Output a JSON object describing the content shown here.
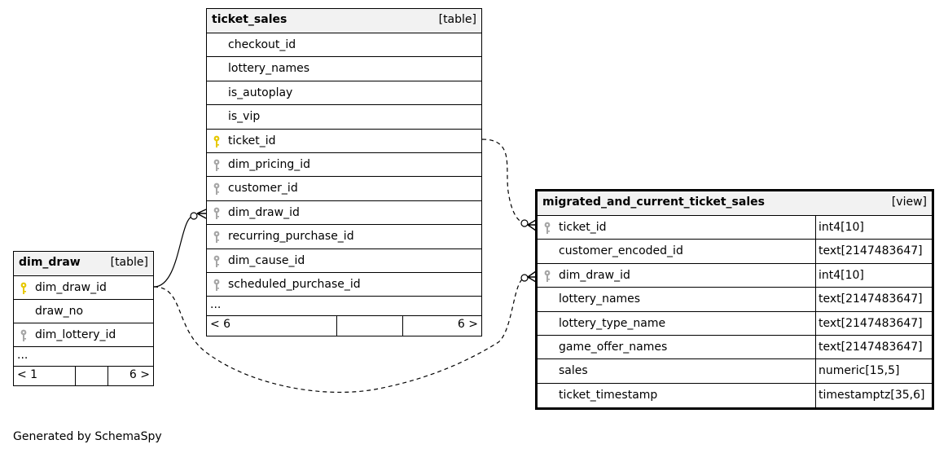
{
  "tables": {
    "ticket_sales": {
      "name": "ticket_sales",
      "kind": "[table]",
      "columns": [
        {
          "name": "checkout_id",
          "key": "none"
        },
        {
          "name": "lottery_names",
          "key": "none"
        },
        {
          "name": "is_autoplay",
          "key": "none"
        },
        {
          "name": "is_vip",
          "key": "none"
        },
        {
          "name": "ticket_id",
          "key": "primary"
        },
        {
          "name": "dim_pricing_id",
          "key": "foreign"
        },
        {
          "name": "customer_id",
          "key": "foreign"
        },
        {
          "name": "dim_draw_id",
          "key": "foreign"
        },
        {
          "name": "recurring_purchase_id",
          "key": "foreign"
        },
        {
          "name": "dim_cause_id",
          "key": "foreign"
        },
        {
          "name": "scheduled_purchase_id",
          "key": "foreign"
        }
      ],
      "more": "...",
      "parents": "< 6",
      "children": "6 >"
    },
    "dim_draw": {
      "name": "dim_draw",
      "kind": "[table]",
      "columns": [
        {
          "name": "dim_draw_id",
          "key": "primary"
        },
        {
          "name": "draw_no",
          "key": "none"
        },
        {
          "name": "dim_lottery_id",
          "key": "foreign"
        }
      ],
      "more": "...",
      "parents": "< 1",
      "children": "6 >"
    },
    "migrated_and_current_ticket_sales": {
      "name": "migrated_and_current_ticket_sales",
      "kind": "[view]",
      "columns": [
        {
          "name": "ticket_id",
          "type": "int4[10]",
          "key": "foreign"
        },
        {
          "name": "customer_encoded_id",
          "type": "text[2147483647]",
          "key": "none"
        },
        {
          "name": "dim_draw_id",
          "type": "int4[10]",
          "key": "foreign"
        },
        {
          "name": "lottery_names",
          "type": "text[2147483647]",
          "key": "none"
        },
        {
          "name": "lottery_type_name",
          "type": "text[2147483647]",
          "key": "none"
        },
        {
          "name": "game_offer_names",
          "type": "text[2147483647]",
          "key": "none"
        },
        {
          "name": "sales",
          "type": "numeric[15,5]",
          "key": "none"
        },
        {
          "name": "ticket_timestamp",
          "type": "timestamptz[35,6]",
          "key": "none"
        }
      ]
    }
  },
  "colors": {
    "primary_key": "#e6c800",
    "foreign_key": "#a6a6a6",
    "header_bg": "#f2f2f2"
  },
  "footer": "Generated by SchemaSpy"
}
